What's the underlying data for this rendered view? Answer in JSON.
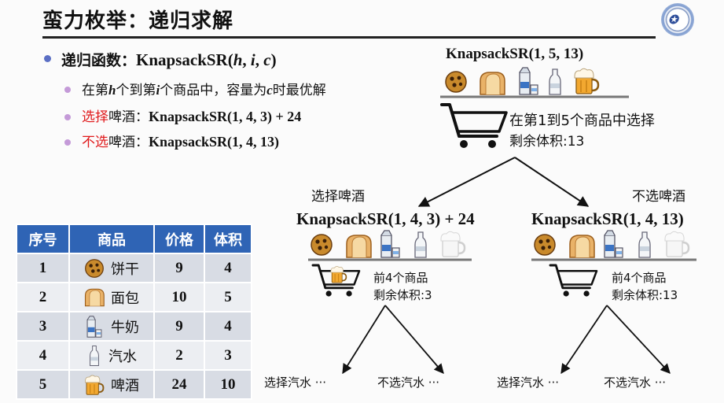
{
  "title": "蛮力枚举：递归求解",
  "bullets": {
    "main_prefix": "递归函数：",
    "main_func": "KnapsackSR",
    "main_args": [
      "(",
      "h",
      ", ",
      "i",
      ", ",
      "c",
      ")"
    ],
    "sub1_a": "在第",
    "sub1_h": "h",
    "sub1_b": "个到第",
    "sub1_i": "i",
    "sub1_c": "个商品中，容量为",
    "sub1_cv": "c",
    "sub1_d": "时最优解",
    "sub2_red": "选择",
    "sub2_rest": "啤酒：",
    "sub2_expr": "KnapsackSR(1, 4, 3) + 24",
    "sub3_red": "不选",
    "sub3_rest": "啤酒：",
    "sub3_expr": "KnapsackSR(1, 4, 13)"
  },
  "table": {
    "headers": [
      "序号",
      "商品",
      "价格",
      "体积"
    ],
    "rows": [
      {
        "id": "1",
        "name": "饼干",
        "icon": "cookie-icon",
        "price": "9",
        "volume": "4"
      },
      {
        "id": "2",
        "name": "面包",
        "icon": "bread-icon",
        "price": "10",
        "volume": "5"
      },
      {
        "id": "3",
        "name": "牛奶",
        "icon": "milk-icon",
        "price": "9",
        "volume": "4"
      },
      {
        "id": "4",
        "name": "汽水",
        "icon": "soda-icon",
        "price": "2",
        "volume": "3"
      },
      {
        "id": "5",
        "name": "啤酒",
        "icon": "beer-icon",
        "price": "24",
        "volume": "10"
      }
    ]
  },
  "tree": {
    "root_label": "KnapsackSR(1, 5, 13)",
    "root_desc1": "在第1到5个商品中选择",
    "root_desc2": "剩余体积:13",
    "left_edge": "选择啤酒",
    "right_edge": "不选啤酒",
    "left_label": "KnapsackSR(1, 4, 3) + 24",
    "left_desc1": "前4个商品",
    "left_desc2": "剩余体积:3",
    "right_label": "KnapsackSR(1, 4, 13)",
    "right_desc1": "前4个商品",
    "right_desc2": "剩余体积:13",
    "leaves": [
      "选择汽水 ···",
      "不选汽水 ···",
      "选择汽水 ···",
      "不选汽水 ···"
    ]
  },
  "colors": {
    "accent": "#2f64b5",
    "red": "#e0191b"
  }
}
